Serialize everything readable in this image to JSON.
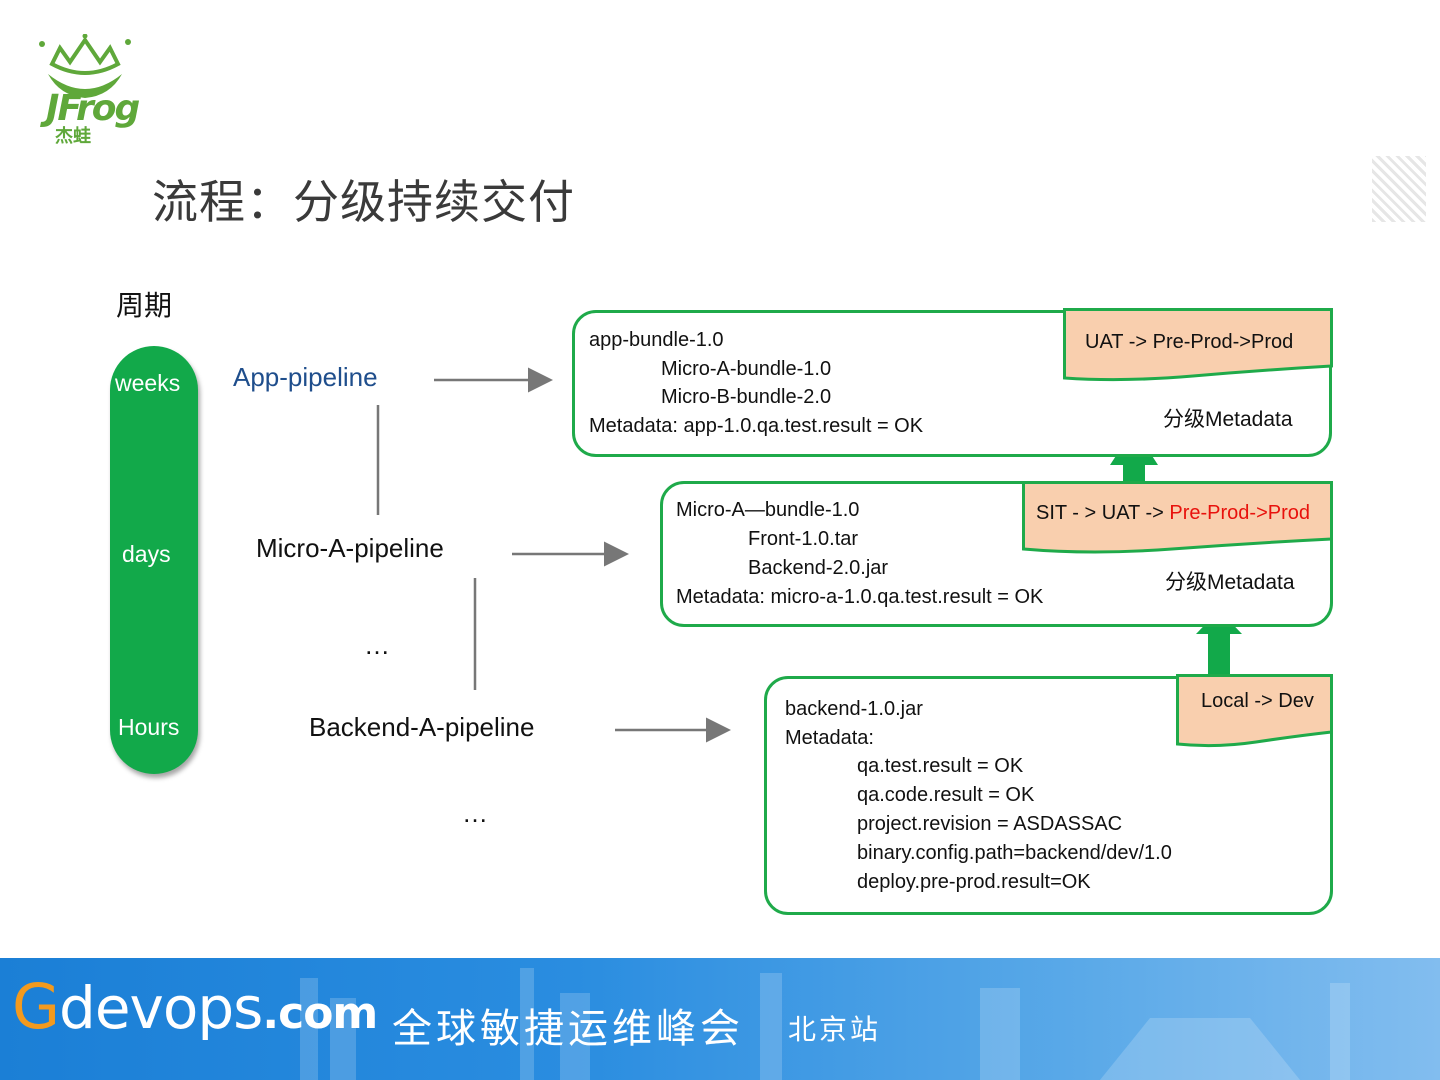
{
  "logo": {
    "brand": "JFrog",
    "sub": "杰蛙"
  },
  "slide_title": "流程：分级持续交付",
  "cycle_label": "周期",
  "cadence": [
    "weeks",
    "days",
    "Hours"
  ],
  "pipelines": {
    "app": "App-pipeline",
    "micro": "Micro-A-pipeline",
    "ellipsis1": "…",
    "backend": "Backend-A-pipeline",
    "ellipsis2": "…"
  },
  "box_app": {
    "lines": [
      "app-bundle-1.0",
      "Micro-A-bundle-1.0",
      "Micro-B-bundle-2.0",
      "Metadata: app-1.0.qa.test.result = OK"
    ],
    "tag": "UAT -> Pre-Prod->Prod",
    "meta": "分级Metadata"
  },
  "box_micro": {
    "lines": [
      "Micro-A—bundle-1.0",
      "Front-1.0.tar",
      "Backend-2.0.jar",
      "Metadata: micro-a-1.0.qa.test.result = OK"
    ],
    "tag_prefix": "SIT - > UAT -> ",
    "tag_highlight": "Pre-Prod->Prod",
    "meta": "分级Metadata"
  },
  "box_backend": {
    "lines": [
      "backend-1.0.jar",
      "Metadata:",
      "qa.test.result = OK",
      "qa.code.result = OK",
      "project.revision = ASDASSAC",
      "binary.config.path=backend/dev/1.0",
      "deploy.pre-prod.result=OK"
    ],
    "tag": "Local -> Dev"
  },
  "footer": {
    "g": "G",
    "brand": "devops",
    "tld": ".com",
    "tagline": "全球敏捷运维峰会",
    "city": "北京站"
  },
  "colors": {
    "green": "#12a94a",
    "tag_fill": "#f9cfae",
    "highlight": "#e8120c",
    "app_link": "#1f4e8c"
  }
}
